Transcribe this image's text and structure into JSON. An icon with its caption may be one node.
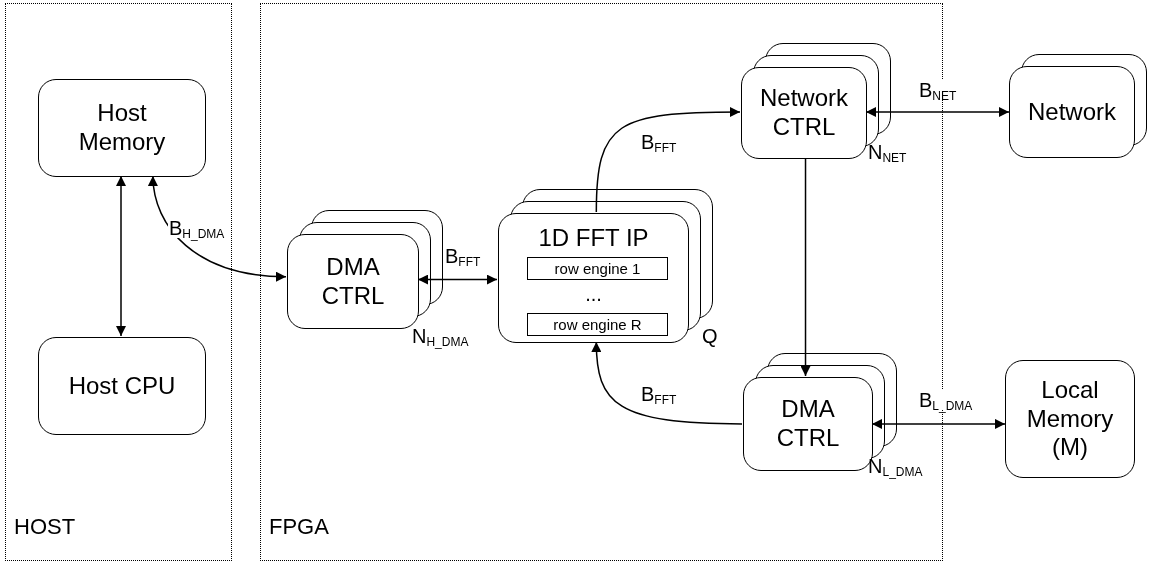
{
  "diagram": {
    "nodes": [
      {
        "text": [
          "HOST"
        ]
      },
      {
        "text": [
          "FPGA"
        ]
      },
      {
        "text": [
          "Host Memory"
        ],
        "in": 0
      },
      {
        "text": [
          "Host CPU"
        ],
        "in": 0
      },
      {
        "text": [
          "DMA CTRL"
        ],
        "in": 1,
        "beside": [
          "N$_{H_DMA}$"
        ]
      },
      {
        "text": [
          "1D FFT IP",
          "..."
        ],
        "in": 1,
        "beside": [
          "Q"
        ]
      },
      {
        "text": [
          "row engine 1"
        ],
        "in": 5
      },
      {
        "text": [
          "row engine R"
        ],
        "in": 5
      },
      {
        "text": [
          "Network CTRL"
        ],
        "in": 1,
        "beside": [
          "N$_{NET}$"
        ]
      },
      {
        "text": [
          "DMA CTRL"
        ],
        "in": 1,
        "beside": [
          "N$_{L_DMA}$"
        ]
      },
      {
        "text": [
          "Network"
        ]
      },
      {
        "text": [
          "Local Memory (M)"
        ]
      }
    ],
    "edges": [
      {
        "from": 2,
        "to": 3,
        "arrow": "both"
      },
      {
        "from": 2,
        "to": 4,
        "arrow": "both",
        "label": "B$_{H_DMA}$"
      },
      {
        "from": 4,
        "to": 5,
        "arrow": "both",
        "label": "B$_{FFT}$"
      },
      {
        "from": 5,
        "to": 8,
        "arrow": "to",
        "label": "B$_{FFT}$"
      },
      {
        "from": 8,
        "to": 10,
        "arrow": "both",
        "label": "B$_{NET}$"
      },
      {
        "from": 8,
        "to": 9,
        "arrow": "to"
      },
      {
        "from": 9,
        "to": 5,
        "arrow": "to",
        "label": "B$_{FFT}$"
      },
      {
        "from": 9,
        "to": 11,
        "arrow": "both",
        "label": "B$_{L_DMA}$"
      }
    ]
  }
}
